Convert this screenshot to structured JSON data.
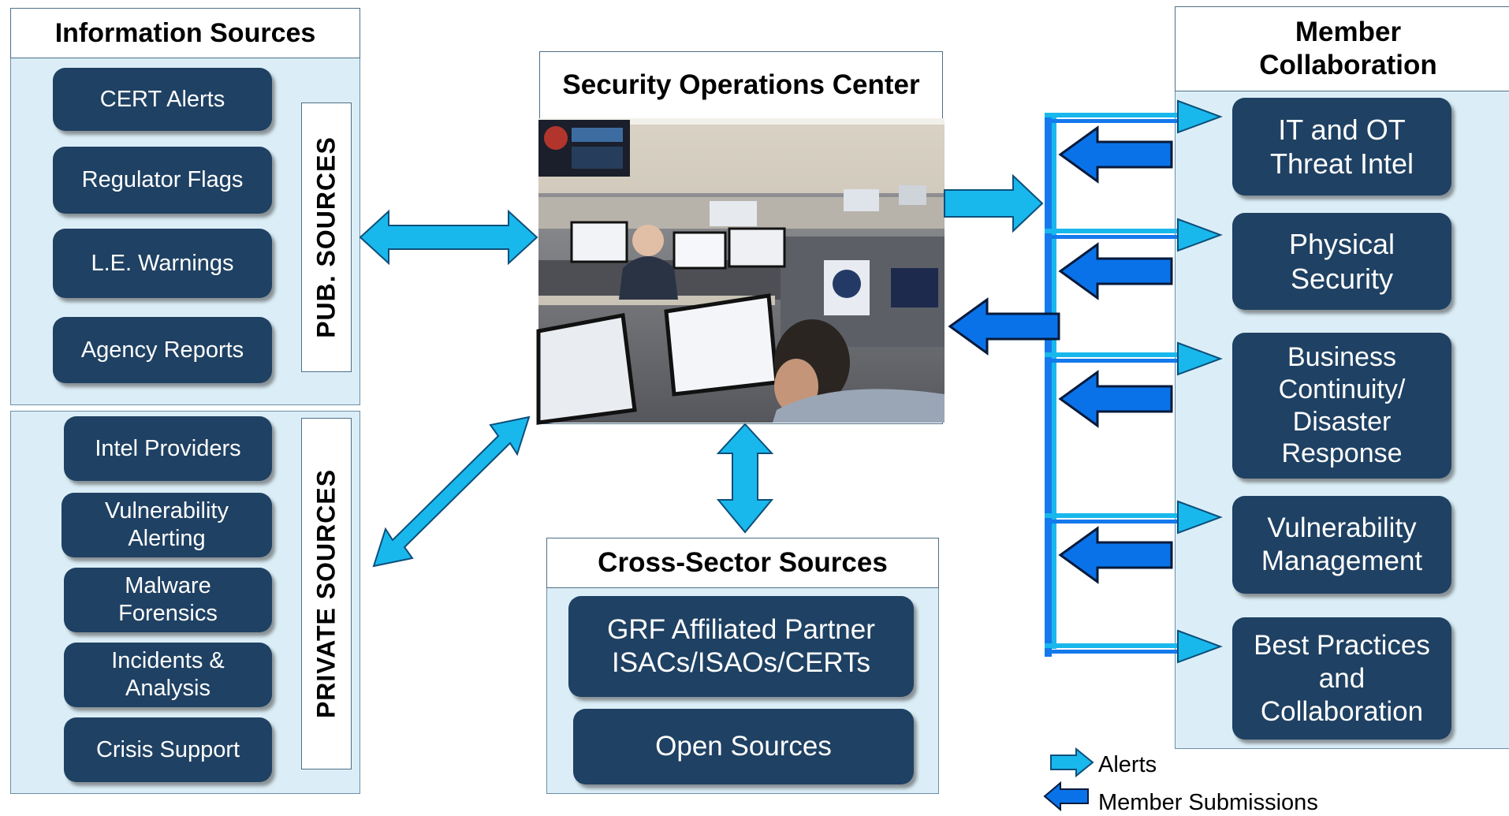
{
  "info_sources": {
    "title": "Information Sources",
    "public_label": "PUB. SOURCES",
    "public_items": [
      "CERT Alerts",
      "Regulator Flags",
      "L.E. Warnings",
      "Agency Reports"
    ],
    "private_label": "PRIVATE SOURCES",
    "private_items": [
      "Intel Providers",
      "Vulnerability\nAlerting",
      "Malware\nForensics",
      "Incidents &\nAnalysis",
      "Crisis Support"
    ]
  },
  "soc": {
    "title": "Security Operations Center"
  },
  "cross_sector": {
    "title": "Cross-Sector Sources",
    "items": [
      "GRF Affiliated Partner\nISACs/ISAOs/CERTs",
      "Open Sources"
    ]
  },
  "member": {
    "title": "Member\nCollaboration",
    "items": [
      "IT and OT\nThreat Intel",
      "Physical\nSecurity",
      "Business\nContinuity/\nDisaster\nResponse",
      "Vulnerability\nManagement",
      "Best Practices\nand\nCollaboration"
    ]
  },
  "legend": {
    "alerts": "Alerts",
    "submissions": "Member Submissions"
  },
  "colors": {
    "pill": "#1f4163",
    "panel": "#dbeef7",
    "alert_arrow": "#19b8ec",
    "submission_arrow": "#0a72e8",
    "bracket": "#1479ec"
  }
}
